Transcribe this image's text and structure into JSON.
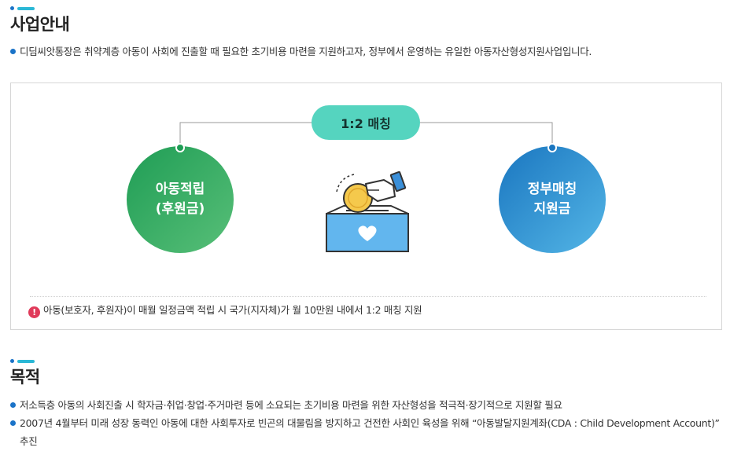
{
  "section1": {
    "title": "사업안내",
    "intro": "디딤씨앗통장은 취약계층 아동이 사회에 진출할 때 필요한 초기비용 마련을 지원하고자, 정부에서 운영하는 유일한 아동자산형성지원사업입니다."
  },
  "diagram": {
    "matching_label": "1:2 매칭",
    "left_circle": {
      "line1": "아동적립",
      "line2": "(후원금)"
    },
    "right_circle": {
      "line1": "정부매칭",
      "line2": "지원금"
    },
    "note": "아동(보호자, 후원자)이 매월 일정금액 적립 시 국가(지자체)가 월 10만원 내에서 1:2 매칭 지원",
    "icons": [
      "alert-icon",
      "coin-donation-box-icon",
      "heart-icon"
    ],
    "colors": {
      "pill": "#55d4bf",
      "green": "#1f9d55",
      "blue": "#1a76c0",
      "alert": "#e03a5a"
    }
  },
  "section2": {
    "title": "목적",
    "items": [
      "저소득층 아동의 사회진출 시 학자금·취업·창업·주거마련 등에 소요되는 초기비용 마련을 위한 자산형성을 적극적·장기적으로 지원할 필요",
      "2007년 4월부터 미래 성장 동력인 아동에 대한 사회투자로 빈곤의 대물림을 방지하고 건전한 사회인 육성을 위해 “아동발달지원계좌(CDA : Child Development Account)”",
      "추진"
    ]
  }
}
